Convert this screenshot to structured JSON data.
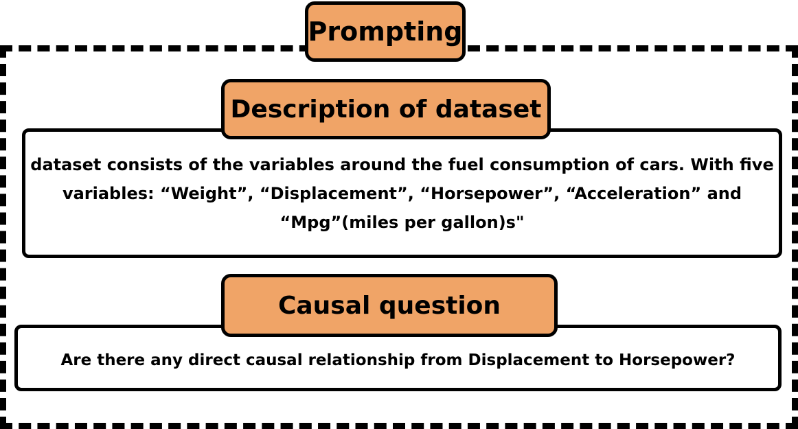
{
  "frame": {
    "title": "Prompting"
  },
  "description_section": {
    "title": "Description of dataset",
    "text": "dataset consists of the variables around the fuel consumption of cars. With five variables: “Weight”, “Displacement”, “Horsepower”, “Acceleration” and “Mpg”(miles per gallon)s\""
  },
  "question_section": {
    "title": "Causal question",
    "text": "Are there any direct causal relationship from Displacement to Horsepower?"
  },
  "colors": {
    "tag_fill": "#F0A467",
    "border": "#000000",
    "background": "#ffffff"
  }
}
